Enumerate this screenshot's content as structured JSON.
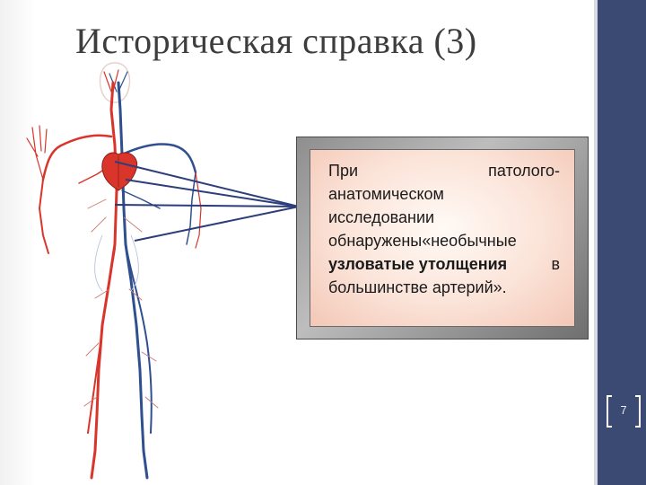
{
  "slide": {
    "title": "Историческая справка (3)",
    "callout": {
      "line1_word1": "При",
      "line1_word2": "патолого-",
      "line2": "анатомическом",
      "line3": "исследовании",
      "line4": "обнаружены«необычные",
      "line5_bold": "узловатые утолщения",
      "line5_end": "в",
      "line6": "большинстве артерий»."
    },
    "page_number": "7"
  },
  "colors": {
    "sidebar": "#3a4a72",
    "artery": "#d9352b",
    "vein": "#2f4f8f",
    "callout_fill": "#fbe3d8"
  }
}
